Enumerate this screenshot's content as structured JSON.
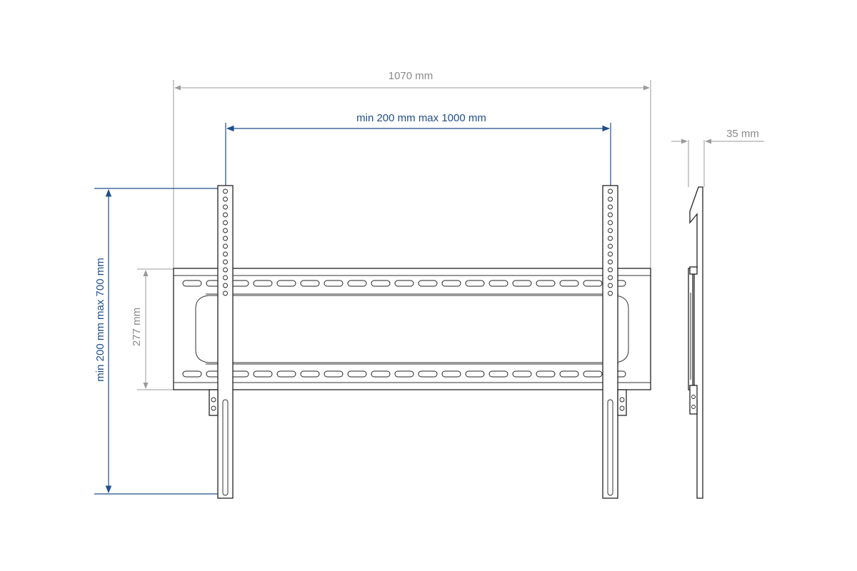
{
  "dimensions": {
    "overall_width": "1070 mm",
    "vesa_horizontal": "min 200 mm max 1000 mm",
    "profile_depth": "35 mm",
    "rail_height": "277 mm",
    "vesa_vertical": "min 200 mm max 700 mm"
  },
  "colors": {
    "dimension_primary": "#1f4e8c",
    "dimension_secondary": "#9a9a9a",
    "outline": "#222222"
  }
}
